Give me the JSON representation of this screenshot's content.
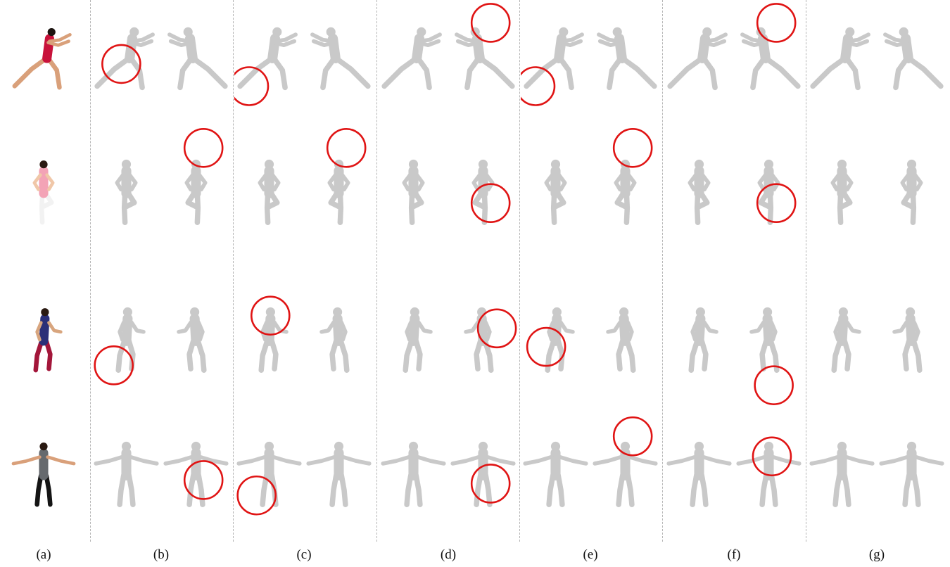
{
  "figure": {
    "column_labels": [
      "(a)",
      "(b)",
      "(c)",
      "(d)",
      "(e)",
      "(f)",
      "(g)"
    ],
    "rows": [
      {
        "subject": "martial-artist",
        "pose": "lunge",
        "input_colors": {
          "outfit": "#c8123a",
          "skin": "#d9a07a",
          "hair": "#1c1410"
        },
        "circled": [
          "b-front-knee",
          "c-front-foot",
          "d-side-head",
          "e-front-foot",
          "f-side-head"
        ]
      },
      {
        "subject": "woman-pink-top",
        "pose": "one-leg",
        "input_colors": {
          "top": "#f3a3b6",
          "shorts": "#f2f2f2",
          "skin": "#f0c7a8",
          "hair": "#2a1a12"
        },
        "circled": [
          "b-side-head",
          "c-side-head",
          "d-side-leg",
          "e-side-head",
          "f-side-leg"
        ]
      },
      {
        "subject": "soccer-player",
        "pose": "running",
        "input_colors": {
          "jersey": "#2b2f78",
          "stripe": "#a3163a",
          "skin": "#d8a57e",
          "hair": "#2a1a12"
        },
        "circled": [
          "b-front-leg",
          "c-front-torso",
          "d-side-arm",
          "e-front-shorts",
          "f-side-foot"
        ]
      },
      {
        "subject": "man-grey-shirt",
        "pose": "arms-out",
        "input_colors": {
          "shirt": "#666a6e",
          "shorts": "#141414",
          "skin": "#d9a07a",
          "hair": "#2a1a12"
        },
        "circled": [
          "b-side-hips",
          "c-front-leg",
          "d-side-leg",
          "e-side-head",
          "f-side-shoulder"
        ]
      }
    ],
    "mesh_color": "#c9c9c9",
    "highlight_color": "#e01414"
  }
}
